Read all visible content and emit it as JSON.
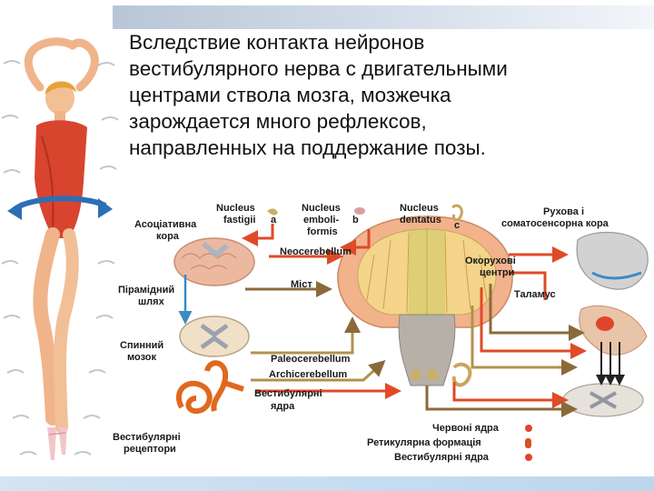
{
  "heading": {
    "lines": [
      "Вследствие контакта нейронов",
      "вестибулярного нерва с двигательными",
      "центрами ствола мозга, мозжечка",
      "зарождается много рефлексов,",
      "направленных на поддержание позы."
    ]
  },
  "labels": {
    "nucleus_fastigii": [
      "Nucleus",
      "fastigii",
      "a"
    ],
    "nucleus_emboliformis": [
      "Nucleus",
      "emboli-",
      "formis",
      "b"
    ],
    "nucleus_dentatus": [
      "Nucleus",
      "dentatus",
      "c"
    ],
    "associative_cortex": [
      "Асоціативна",
      "кора"
    ],
    "motor_cortex": [
      "Рухова і",
      "соматосенсорна кора"
    ],
    "neocerebellum": "Neocerebellum",
    "eye_centers": [
      "Окорухові",
      "центри"
    ],
    "pyramidal_tract": [
      "Пірамідний",
      "шлях"
    ],
    "pons": "Міст",
    "thalamus": "Таламус",
    "spinal_cord": [
      "Спинний",
      "мозок"
    ],
    "paleocerebellum": "Paleocerebellum",
    "archicerebellum": "Archicerebellum",
    "vestibular_nuclei": [
      "Вестибулярні",
      "ядра"
    ],
    "vestibular_receptors": [
      "Вестибулярні",
      "рецептори"
    ],
    "legend": [
      {
        "label": "Червоні ядра",
        "color": "#e0452b"
      },
      {
        "label": "Ретикулярна формація",
        "color": "#d6521f"
      },
      {
        "label": "Вестибулярні ядра",
        "color": "#e0452b"
      }
    ]
  },
  "colors": {
    "heading": "#111111",
    "cerebellum": "#f3d48a",
    "cerebellum_outer": "#f2b28c",
    "cortex": "#ecb9a0",
    "arrow_red": "#e04a28",
    "arrow_brown": "#8b6a3a",
    "arrow_blue": "#3b8ac4",
    "arrow_olive": "#b0924a"
  },
  "icons": [
    "ballerina-figure",
    "rotation-arrow-icon",
    "brain-cortex",
    "spinal-cord-section",
    "inner-ear",
    "cerebellum",
    "brainstem"
  ]
}
